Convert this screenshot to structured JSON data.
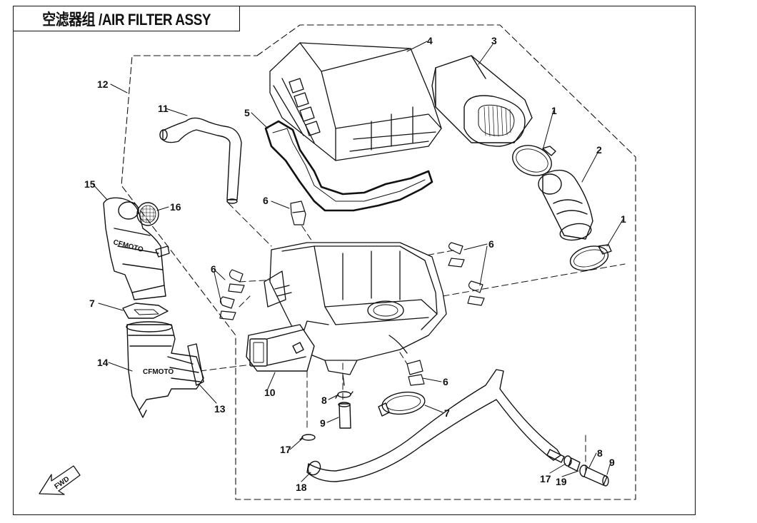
{
  "title": "空滤器组 /AIR FILTER ASSY",
  "fwd_label": "FWD",
  "callouts": [
    "4",
    "3",
    "12",
    "11",
    "5",
    "1",
    "2",
    "15",
    "16",
    "6",
    "1",
    "6",
    "6",
    "7",
    "14",
    "10",
    "6",
    "8",
    "9",
    "13",
    "7",
    "17",
    "8",
    "9",
    "17",
    "19",
    "18"
  ],
  "part_marks": [
    "CFMOTO",
    "CFMOTO"
  ]
}
